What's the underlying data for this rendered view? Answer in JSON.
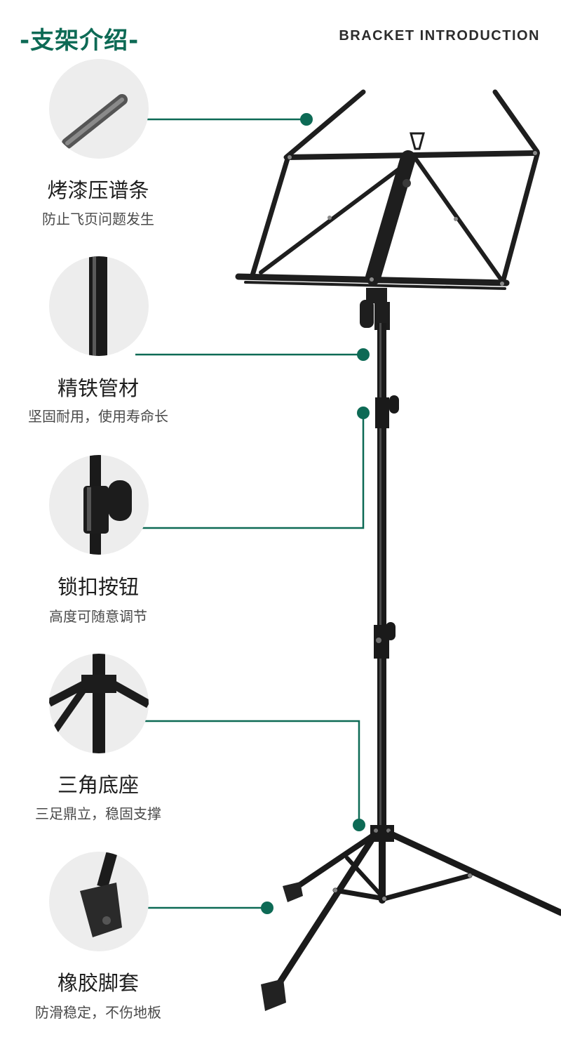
{
  "header": {
    "title_cn": "-支架介绍-",
    "title_en": "BRACKET INTRODUCTION"
  },
  "colors": {
    "accent": "#0d6a55",
    "stand": "#1b1b1b",
    "circle_bg": "#ededed"
  },
  "features": [
    {
      "title": "烤漆压谱条",
      "desc": "防止飞页问题发生",
      "icon": "press-bar-icon"
    },
    {
      "title": "精铁管材",
      "desc": "坚固耐用，使用寿命长",
      "icon": "iron-tube-icon"
    },
    {
      "title": "锁扣按钮",
      "desc": "高度可随意调节",
      "icon": "lock-knob-icon"
    },
    {
      "title": "三角底座",
      "desc": "三足鼎立，稳固支撑",
      "icon": "tripod-base-icon"
    },
    {
      "title": "橡胶脚套",
      "desc": "防滑稳定，不伤地板",
      "icon": "rubber-foot-icon"
    }
  ]
}
